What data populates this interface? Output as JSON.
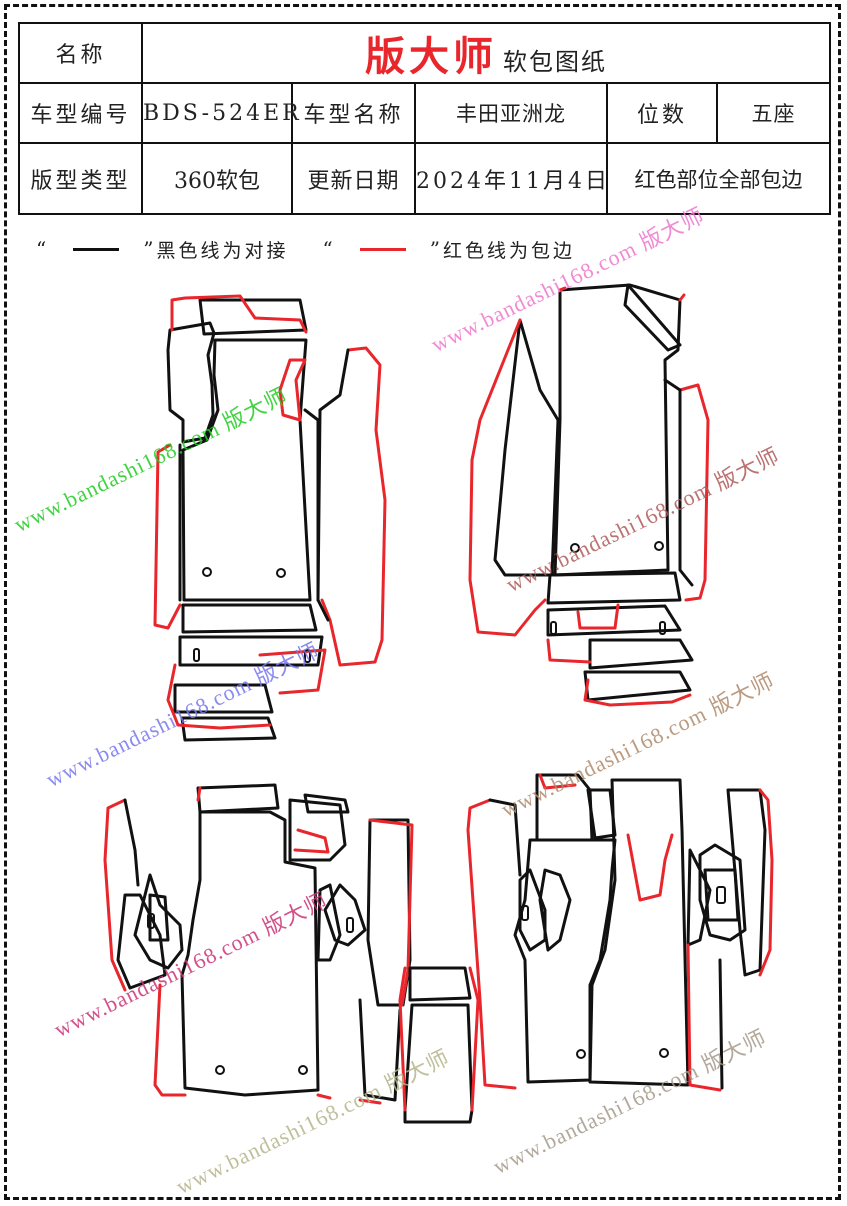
{
  "header": {
    "name_label": "名称",
    "brand": "版大师",
    "doc_type": "软包图纸",
    "model_code_label": "车型编号",
    "model_code": "BDS-524ER",
    "model_name_label": "车型名称",
    "model_name": "丰田亚洲龙",
    "seats_label": "位数",
    "seats": "五座",
    "pattern_type_label": "版型类型",
    "pattern_type": "360软包",
    "update_label": "更新日期",
    "update_date": "2024年11月4日",
    "note": "红色部位全部包边"
  },
  "legend": {
    "black_quote_open": "“",
    "black_quote_close": "”",
    "black_text": "黑色线为对接",
    "red_quote_open": "“",
    "red_quote_close": "”",
    "red_text": "红色线为包边",
    "black_color": "#111111",
    "red_color": "#e8262b"
  },
  "watermarks": [
    {
      "text": "www.bandashi168.com 版大师",
      "color": "#22cc22"
    },
    {
      "text": "www.bandashi168.com 版大师",
      "color": "#ee77cc"
    },
    {
      "text": "www.bandashi168.com 版大师",
      "color": "#b05a5a"
    },
    {
      "text": "www.bandashi168.com 版大师",
      "color": "#7777ee"
    },
    {
      "text": "www.bandashi168.com 版大师",
      "color": "#b08a6a"
    },
    {
      "text": "www.bandashi168.com 版大师",
      "color": "#cc3377"
    },
    {
      "text": "www.bandashi168.com 版大师",
      "color": "#b5b58a"
    },
    {
      "text": "www.bandashi168.com 版大师",
      "color": "#a59a8a"
    }
  ]
}
